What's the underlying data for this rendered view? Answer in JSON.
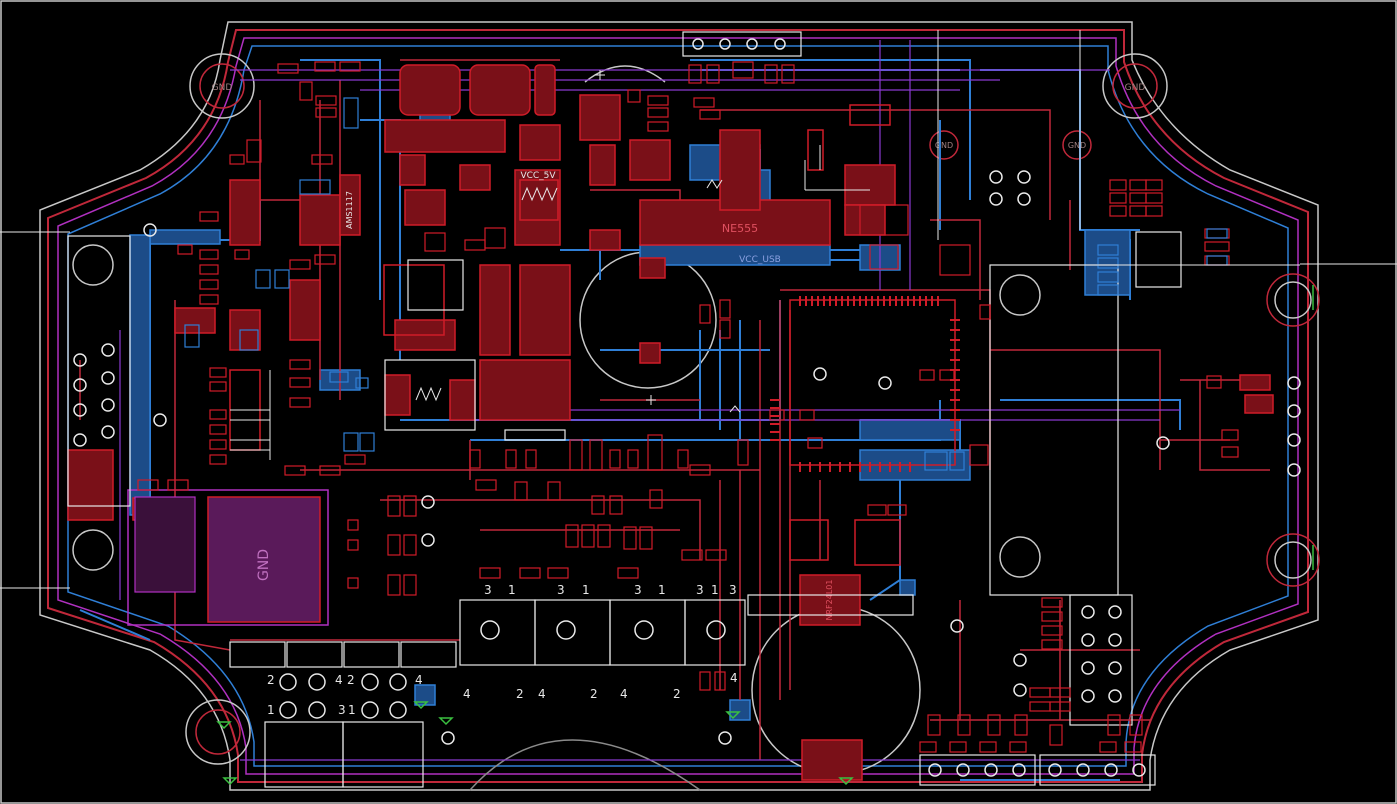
{
  "colors": {
    "background": "#000000",
    "outline": "#c8c8c8",
    "outline_red": "#c0283a",
    "outline_magenta": "#b030c0",
    "top_copper": "#d01c28",
    "top_copper_fill": "#7a1018",
    "bottom_copper": "#2f7fd6",
    "bottom_copper_fill": "#1c4c88",
    "silkscreen": "#e8e8e8",
    "gnd_plane": "#5a1a5a",
    "mark_green": "#3ac040"
  },
  "labels": {
    "gnd_corner_tl": "GND",
    "gnd_corner_tr": "GND",
    "gnd_mid1": "GND",
    "gnd_mid2": "GND",
    "gnd_pad": "GND",
    "vcc_5v": "VCC_5V",
    "vcc_usb": "VCC_USB",
    "ne555": "NE555",
    "ams1117": "AMS1117",
    "bt_chip": "NRF24L01"
  },
  "pin_numbers": {
    "row_a": [
      "3",
      "1",
      "3",
      "1",
      "3",
      "1",
      "3",
      "1",
      "3"
    ],
    "row_b": [
      "4",
      "2",
      "4",
      "2",
      "4",
      "2",
      "4"
    ],
    "row_c": [
      "2",
      "4",
      "2",
      "4"
    ],
    "row_d": [
      "1",
      "3",
      "1"
    ]
  }
}
